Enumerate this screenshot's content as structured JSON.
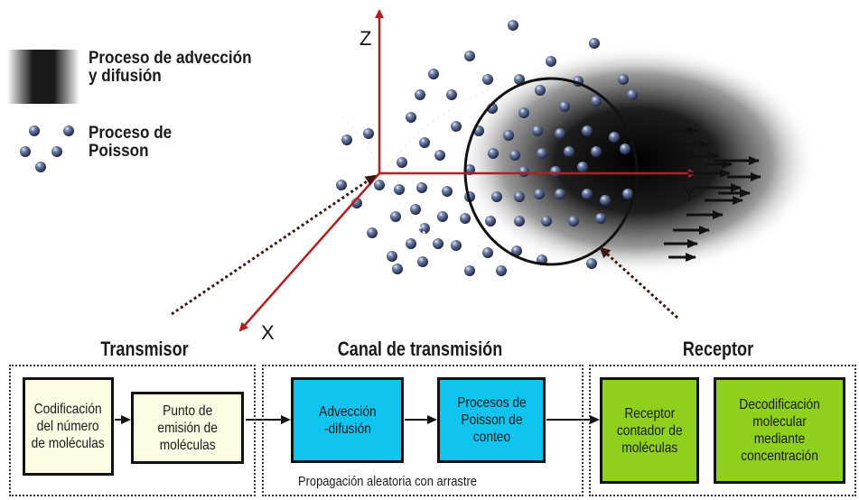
{
  "legend": {
    "advection_label": "Proceso de advección\ny difusión",
    "poisson_label": "Proceso de\nPoisson"
  },
  "axes": {
    "z": "Z",
    "y": "Y",
    "x": "X"
  },
  "sections": {
    "transmitter": {
      "title": "Transmisor",
      "boxes": [
        "Codificación\ndel número\nde moléculas",
        "Punto de\nemisión de\nmoléculas"
      ]
    },
    "channel": {
      "title": "Canal de transmisión",
      "boxes": [
        "Advección\n-difusión",
        "Procesos de\nPoisson de\nconteo"
      ],
      "caption": "Propagación aleatoria con arrastre"
    },
    "receiver": {
      "title": "Receptor",
      "boxes": [
        "Receptor\ncontador de\nmoléculas",
        "Decodificación\nmolecular\nmediante\nconcentración"
      ]
    }
  },
  "colors": {
    "axis": "#b21f1f",
    "cream_box": "#fdfbe3",
    "channel_box": "#0fc4ef",
    "receiver_box": "#8fd01f",
    "molecule": "#2b3b63"
  }
}
